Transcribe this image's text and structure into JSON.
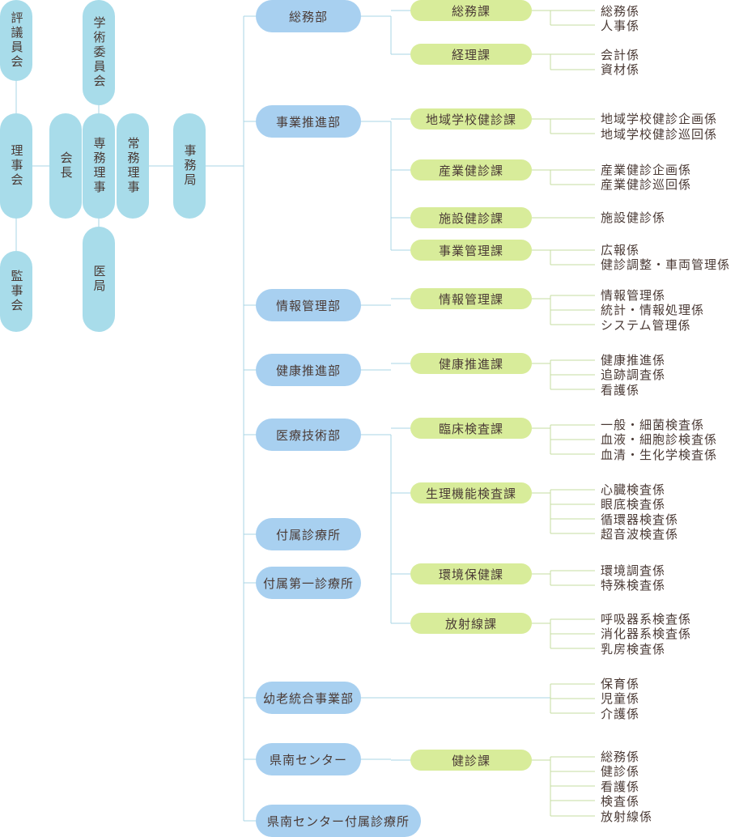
{
  "top": {
    "hyogiinkai": "評議員会",
    "gakujutsu": "学術委員会",
    "rijikai": "理事会",
    "kaicho": "会長",
    "senmu": "専務理事",
    "jomu": "常務理事",
    "jimukyoku": "事務局",
    "kanjikai": "監事会",
    "ikyoku": "医局"
  },
  "depts": [
    {
      "name": "総務部"
    },
    {
      "name": "事業推進部"
    },
    {
      "name": "情報管理部"
    },
    {
      "name": "健康推進部"
    },
    {
      "name": "医療技術部"
    },
    {
      "name": "付属診療所"
    },
    {
      "name": "付属第一診療所"
    },
    {
      "name": "幼老統合事業部"
    },
    {
      "name": "県南センター"
    },
    {
      "name": "県南センター付属診療所"
    }
  ],
  "sections": [
    {
      "name": "総務課"
    },
    {
      "name": "経理課"
    },
    {
      "name": "地域学校健診課"
    },
    {
      "name": "産業健診課"
    },
    {
      "name": "施設健診課"
    },
    {
      "name": "事業管理課"
    },
    {
      "name": "情報管理課"
    },
    {
      "name": "健康推進課"
    },
    {
      "name": "臨床検査課"
    },
    {
      "name": "生理機能検査課"
    },
    {
      "name": "環境保健課"
    },
    {
      "name": "放射線課"
    },
    {
      "name": "健診課"
    }
  ],
  "staff": [
    [
      "総務係",
      "人事係"
    ],
    [
      "会計係",
      "資材係"
    ],
    [
      "地域学校健診企画係",
      "地域学校健診巡回係"
    ],
    [
      "産業健診企画係",
      "産業健診巡回係"
    ],
    [
      "施設健診係"
    ],
    [
      "広報係",
      "健診調整・車両管理係"
    ],
    [
      "情報管理係",
      "統計・情報処理係",
      "システム管理係"
    ],
    [
      "健康推進係",
      "追跡調査係",
      "看護係"
    ],
    [
      "一般・細菌検査係",
      "血液・細胞診検査係",
      "血清・生化学検査係"
    ],
    [
      "心臓検査係",
      "眼底検査係",
      "循環器検査係",
      "超音波検査係"
    ],
    [
      "環境調査係",
      "特殊検査係"
    ],
    [
      "呼吸器系検査係",
      "消化器系検査係",
      "乳房検査係"
    ],
    [
      "保育係",
      "児童係",
      "介護係"
    ],
    [
      "総務係",
      "健診係",
      "看護係",
      "検査係",
      "放射線係"
    ]
  ]
}
